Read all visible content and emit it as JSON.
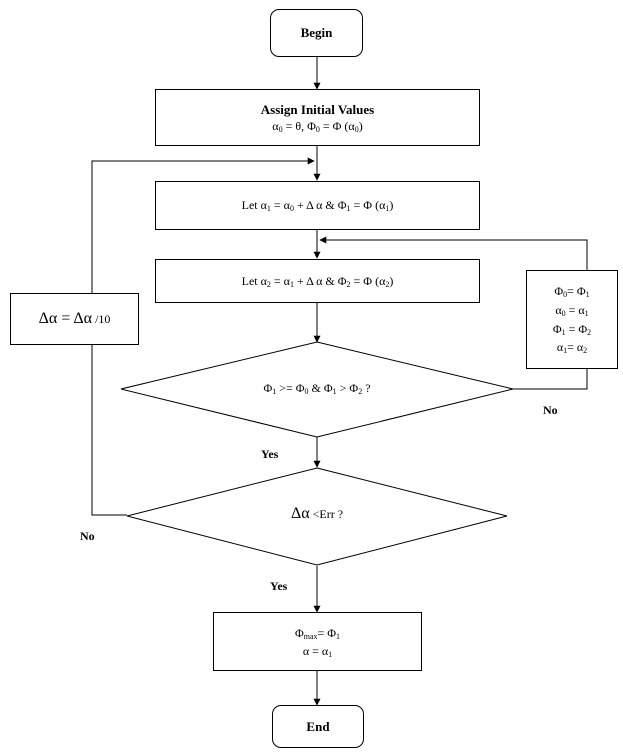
{
  "begin": "Begin",
  "end": "End",
  "init_title": "Assign Initial Values",
  "init_eq": [
    "α",
    "0",
    " = θ,  Φ",
    "0",
    " = Φ (α",
    "0",
    ")"
  ],
  "step1_eq": [
    "Let α",
    "1",
    " = α",
    "0",
    " + Δ α & Φ",
    "1",
    " = Φ (α",
    "1",
    ")"
  ],
  "step2_eq": [
    "Let α",
    "2",
    " = α",
    "1",
    " + Δ α & Φ",
    "2",
    " = Φ (α",
    "2",
    ")"
  ],
  "update": [
    [
      "Φ",
      "0",
      "= Φ",
      "1",
      ""
    ],
    [
      "α",
      "0",
      " = α",
      "1",
      ""
    ],
    [
      "Φ",
      "1",
      " = Φ",
      "2",
      ""
    ],
    [
      "α",
      "1",
      "=  α",
      "2",
      ""
    ]
  ],
  "delta_update": [
    "Δα",
    " = ",
    "Δα",
    " /10"
  ],
  "cond1": [
    "Φ",
    "1",
    " >= Φ",
    "0",
    " & Φ",
    "1",
    " > Φ",
    "2",
    " ?"
  ],
  "cond2": [
    "Δα",
    " <Err ?"
  ],
  "final": [
    [
      "Φ",
      "max",
      "= Φ",
      "1",
      ""
    ],
    [
      "α = α",
      "1",
      "",
      "",
      ""
    ]
  ],
  "labels": {
    "yes1": "Yes",
    "no1": "No",
    "yes2": "Yes",
    "no2": "No"
  }
}
